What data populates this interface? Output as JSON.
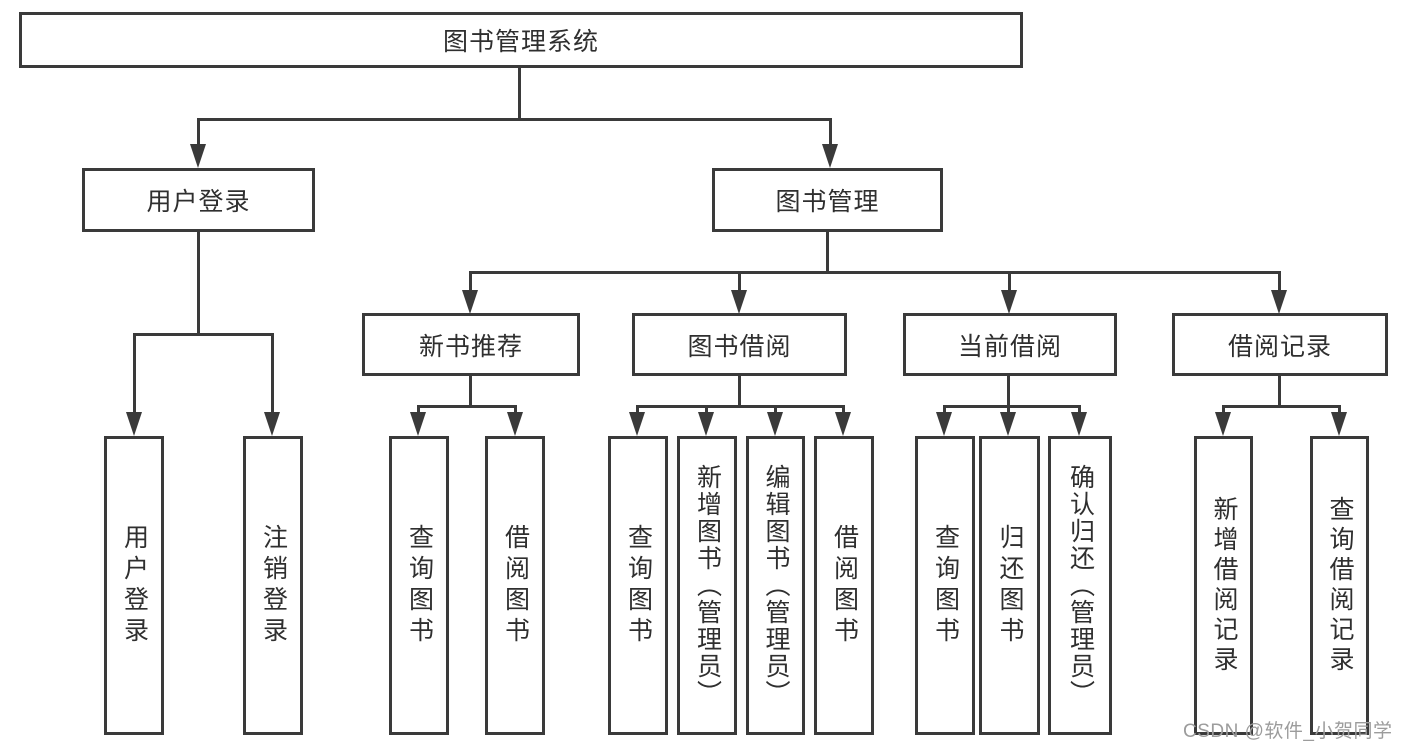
{
  "nodes": {
    "root": "图书管理系统",
    "user_login": "用户登录",
    "book_mgmt": "图书管理",
    "new_book": "新书推荐",
    "book_borrow": "图书借阅",
    "current_borrow": "当前借阅",
    "borrow_record": "借阅记录",
    "leaves": {
      "user_login_1": "用户登录",
      "user_login_2": "注销登录",
      "new_book_1": "查询图书",
      "new_book_2": "借阅图书",
      "book_borrow_1": "查询图书",
      "book_borrow_2": "新增图书（管理员）",
      "book_borrow_3": "编辑图书（管理员）",
      "book_borrow_4": "借阅图书",
      "current_borrow_1": "查询图书",
      "current_borrow_2": "归还图书",
      "current_borrow_3": "确认归还（管理员）",
      "borrow_record_1": "新增借阅记录",
      "borrow_record_2": "查询借阅记录"
    }
  },
  "colors": {
    "line": "#3a3a3a",
    "text": "#2f2f2f",
    "background": "#ffffff",
    "watermark": "#9c9c9c"
  },
  "watermark": "CSDN @软件_小贺同学"
}
